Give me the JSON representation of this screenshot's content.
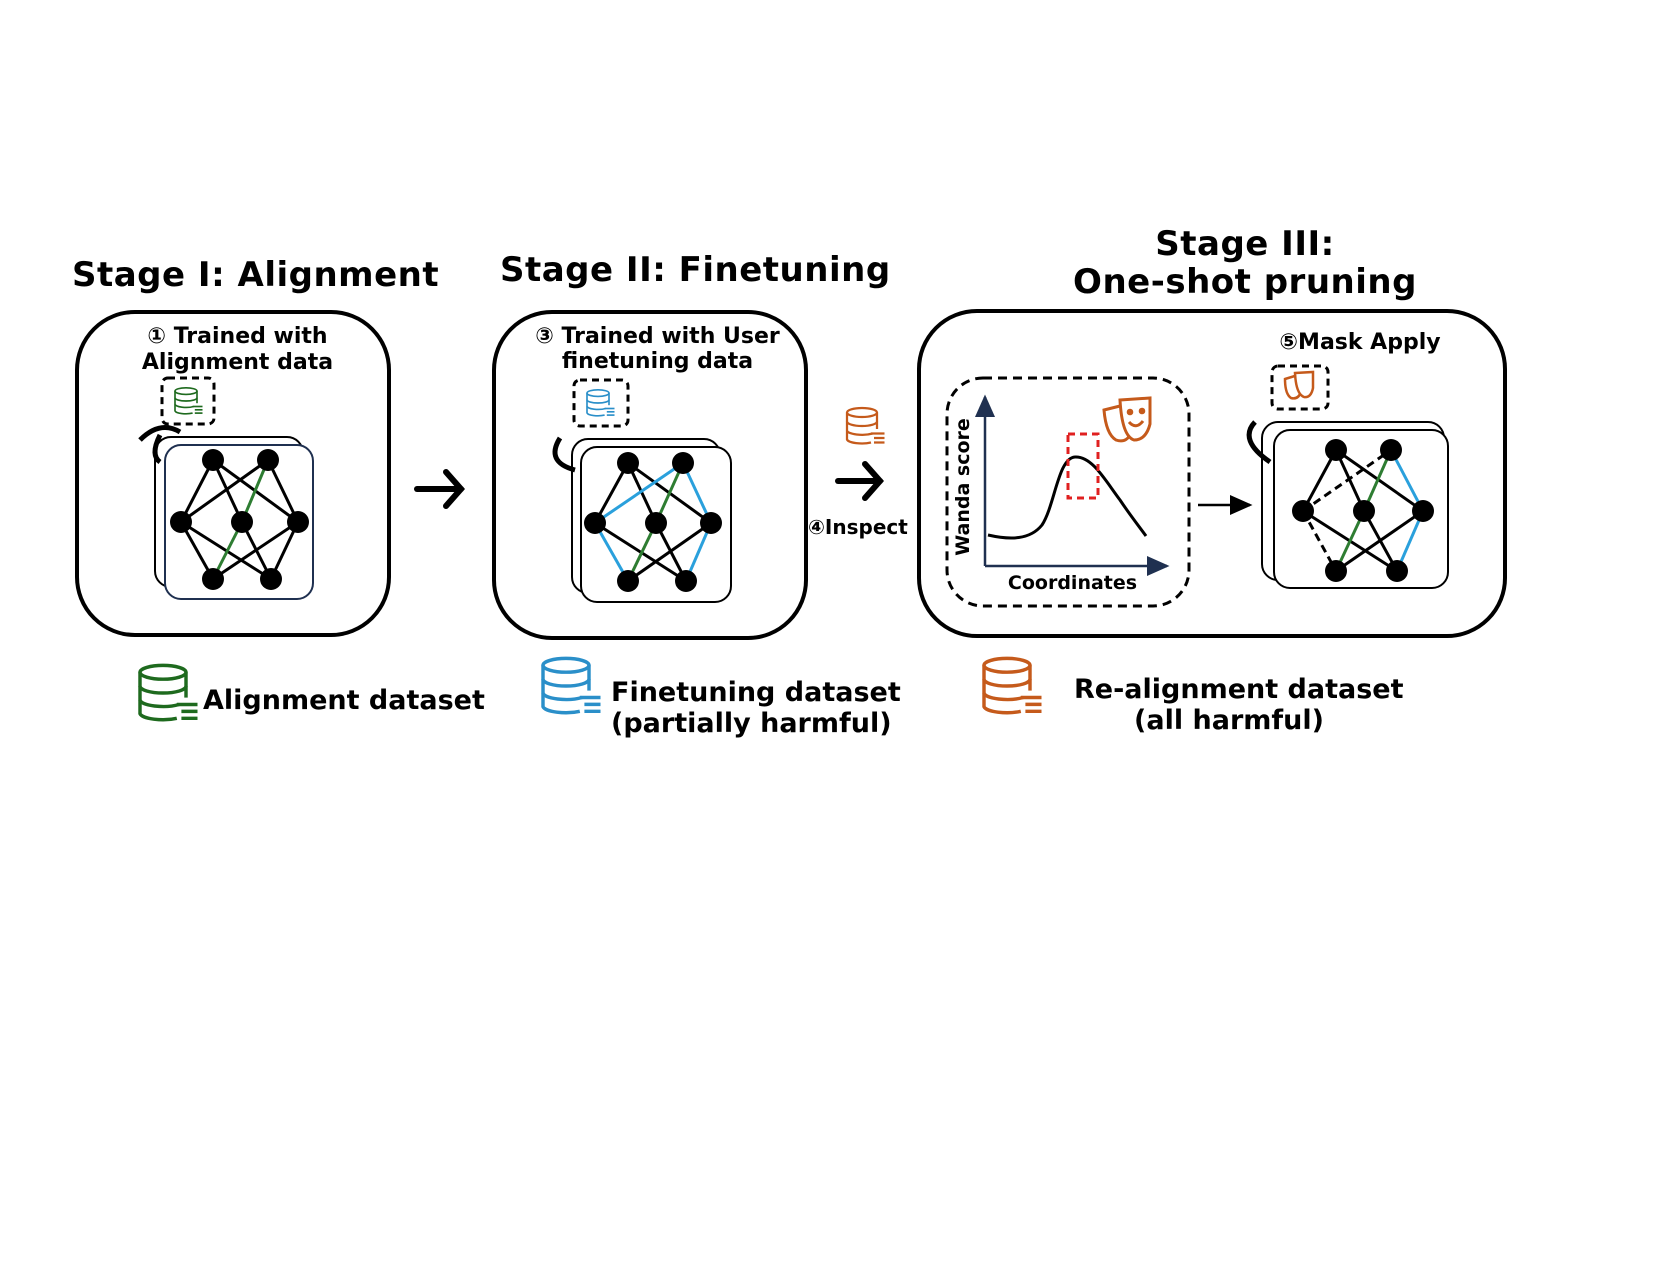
{
  "colors": {
    "alignment": "#1e6a1e",
    "finetuning": "#2a8fc9",
    "realignment": "#c55a1b",
    "highlight": "#e02020",
    "edge_blue": "#2aa0dc",
    "edge_green": "#2e7d32"
  },
  "stage1": {
    "title": "Stage I: Alignment",
    "step": "① Trained with",
    "step_line2": "Alignment data",
    "legend_label": "Alignment dataset",
    "icons": [
      "database-icon-green",
      "neural-network-icon"
    ]
  },
  "stage2": {
    "title": "Stage II: Finetuning",
    "step": "③ Trained with User",
    "step_line2": "finetuning data",
    "legend_label_line1": "Finetuning dataset",
    "legend_label_line2": "(partially harmful)",
    "icons": [
      "database-icon-blue",
      "neural-network-icon"
    ]
  },
  "inspect": {
    "label": "④Inspect",
    "icons": [
      "database-icon-orange",
      "arrow-right-icon"
    ]
  },
  "stage3": {
    "title_line1": "Stage III:",
    "title_line2": "One-shot pruning",
    "step": "⑤Mask Apply",
    "plot": {
      "ylabel": "Wanda score",
      "xlabel": "Coordinates"
    },
    "legend_label_line1": "Re-alignment dataset",
    "legend_label_line2": "(all harmful)",
    "icons": [
      "theater-masks-icon",
      "database-icon-orange",
      "pruned-network-icon"
    ]
  }
}
